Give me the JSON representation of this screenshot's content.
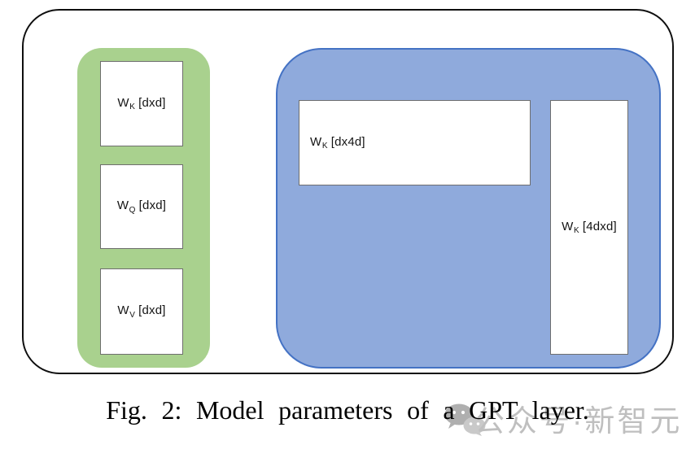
{
  "figure": {
    "caption": "Fig. 2: Model parameters of a GPT layer.",
    "watermark": {
      "icon": "wechat-icon",
      "text": "公众号·新智元",
      "color": "#b0b0b0"
    },
    "diagram": {
      "outer_border_color": "#0f0f0f",
      "attention_group": {
        "fill": "#a9d18e",
        "boxes": [
          {
            "symbol": "W",
            "subscript": "K",
            "dims": "[dxd]"
          },
          {
            "symbol": "W",
            "subscript": "Q",
            "dims": "[dxd]"
          },
          {
            "symbol": "W",
            "subscript": "V",
            "dims": "[dxd]"
          }
        ]
      },
      "ffn_group": {
        "fill": "#8faadc",
        "border_color": "#4472c4",
        "boxes": [
          {
            "symbol": "W",
            "subscript": "K",
            "dims": "[dx4d]"
          },
          {
            "symbol": "W",
            "subscript": "K",
            "dims": "[4dxd]"
          }
        ]
      }
    }
  }
}
